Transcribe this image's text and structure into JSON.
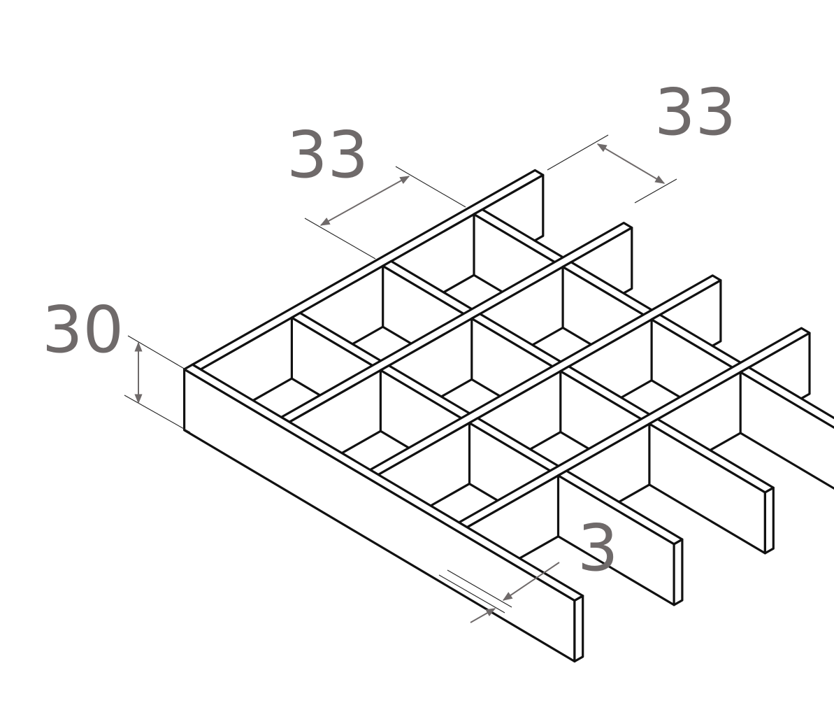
{
  "dimensions": {
    "pitch_left": "33",
    "pitch_right": "33",
    "height": "30",
    "thickness": "3"
  },
  "colors": {
    "line": "#111111",
    "dimension_text": "#6f6a6a",
    "background": "#ffffff"
  }
}
